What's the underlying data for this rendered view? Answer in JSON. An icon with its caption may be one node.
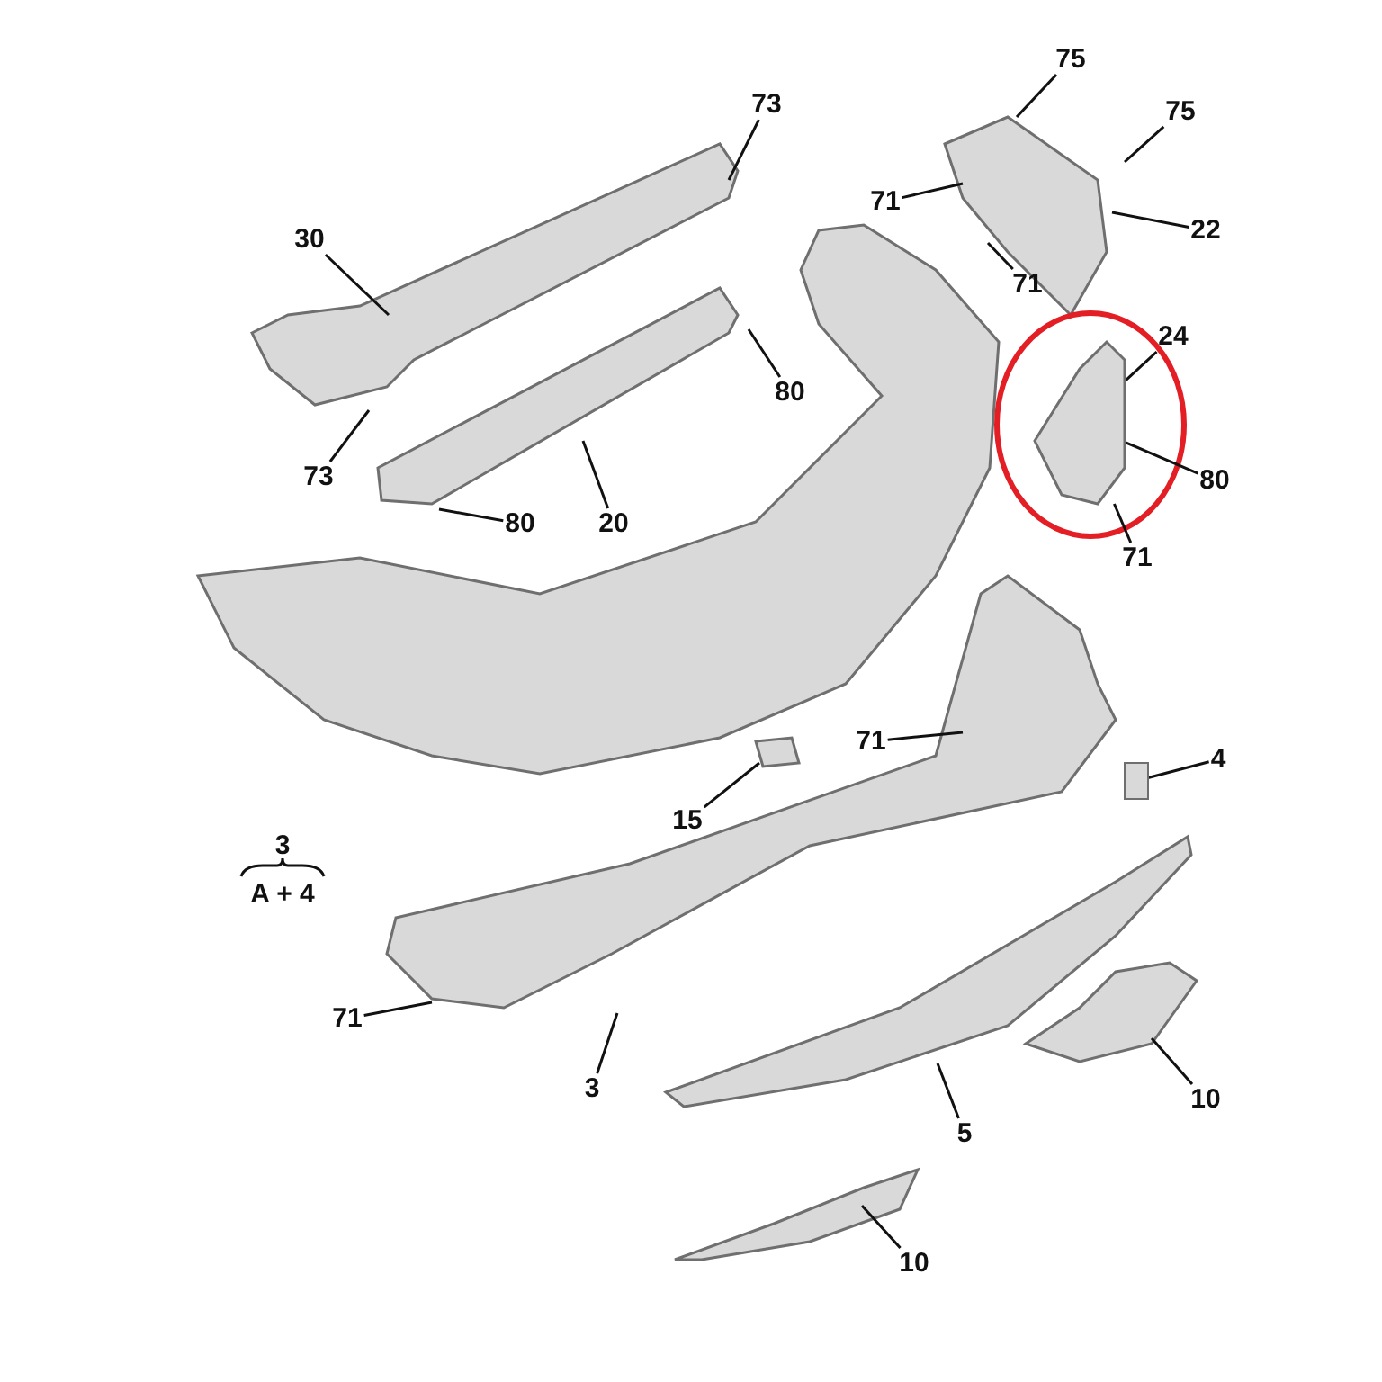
{
  "diagram": {
    "nodes": [
      {
        "text": [
          "73"
        ]
      },
      {
        "text": [
          "30"
        ]
      },
      {
        "text": [
          "73"
        ]
      },
      {
        "text": [
          "80"
        ]
      },
      {
        "text": [
          "80"
        ]
      },
      {
        "text": [
          "20"
        ]
      },
      {
        "text": [
          "75"
        ]
      },
      {
        "text": [
          "75"
        ]
      },
      {
        "text": [
          "71"
        ]
      },
      {
        "text": [
          "22"
        ]
      },
      {
        "text": [
          "24"
        ]
      },
      {
        "text": [
          "71"
        ]
      },
      {
        "text": [
          "80"
        ]
      },
      {
        "text": [
          "71"
        ]
      },
      {
        "text": [
          "71"
        ]
      },
      {
        "text": [
          "4"
        ]
      },
      {
        "text": [
          "15"
        ]
      },
      {
        "text": [
          "71"
        ]
      },
      {
        "text": [
          "3"
        ]
      },
      {
        "text": [
          "5"
        ]
      },
      {
        "text": [
          "10"
        ]
      },
      {
        "text": [
          "10"
        ]
      },
      {
        "text": [],
        "shape": "picture"
      },
      {
        "text": [],
        "shape": "box"
      }
    ],
    "edges": [
      {
        "from": 0,
        "to": null,
        "arrow": "none"
      },
      {
        "from": 1,
        "to": null,
        "arrow": "none"
      },
      {
        "from": 2,
        "to": null,
        "arrow": "none"
      },
      {
        "from": 3,
        "to": null,
        "arrow": "none"
      },
      {
        "from": 4,
        "to": null,
        "arrow": "none"
      },
      {
        "from": 5,
        "to": null,
        "arrow": "none"
      },
      {
        "from": 6,
        "to": null,
        "arrow": "none"
      },
      {
        "from": 7,
        "to": null,
        "arrow": "none"
      },
      {
        "from": 8,
        "to": null,
        "arrow": "none"
      },
      {
        "from": 9,
        "to": null,
        "arrow": "none"
      },
      {
        "from": 10,
        "to": 22,
        "arrow": "none"
      },
      {
        "from": 11,
        "to": null,
        "arrow": "none"
      },
      {
        "from": 12,
        "to": 22,
        "arrow": "none"
      },
      {
        "from": 13,
        "to": 22,
        "arrow": "none"
      },
      {
        "from": 14,
        "to": null,
        "arrow": "none"
      },
      {
        "from": 15,
        "to": 23,
        "arrow": "none"
      },
      {
        "from": 16,
        "to": null,
        "arrow": "none"
      },
      {
        "from": 17,
        "to": null,
        "arrow": "none"
      },
      {
        "from": 18,
        "to": null,
        "arrow": "none"
      },
      {
        "from": 19,
        "to": null,
        "arrow": "none"
      },
      {
        "from": 20,
        "to": null,
        "arrow": "none"
      },
      {
        "from": 21,
        "to": null,
        "arrow": "none"
      }
    ],
    "labels": [
      "3",
      "A + 4"
    ]
  }
}
